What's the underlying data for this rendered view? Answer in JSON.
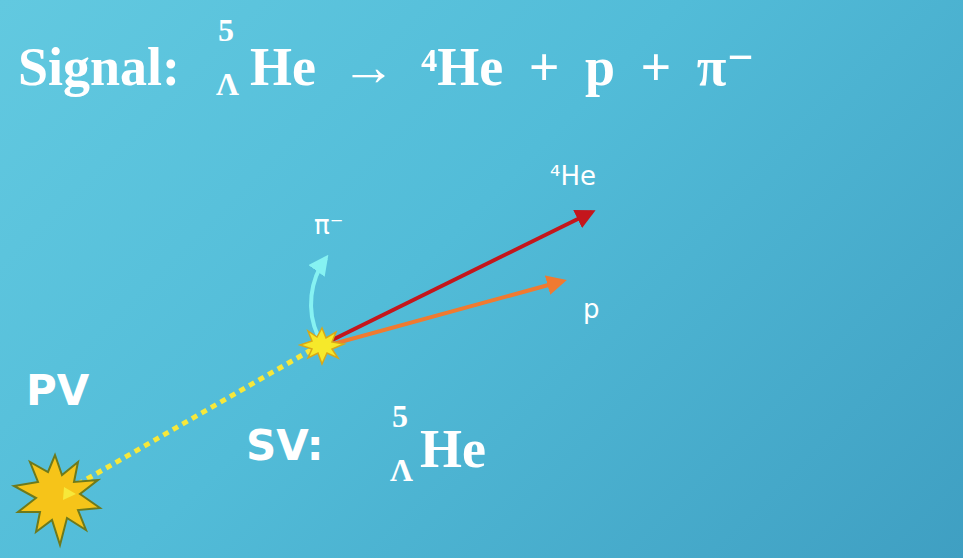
{
  "diagram": {
    "title": "Signal:",
    "labels": [
      "5",
      "Λ",
      "He → ⁴He + p + π⁻",
      "⁴He",
      "π⁻",
      "p",
      "PV",
      "SV:",
      "5",
      "Λ",
      "He"
    ]
  }
}
